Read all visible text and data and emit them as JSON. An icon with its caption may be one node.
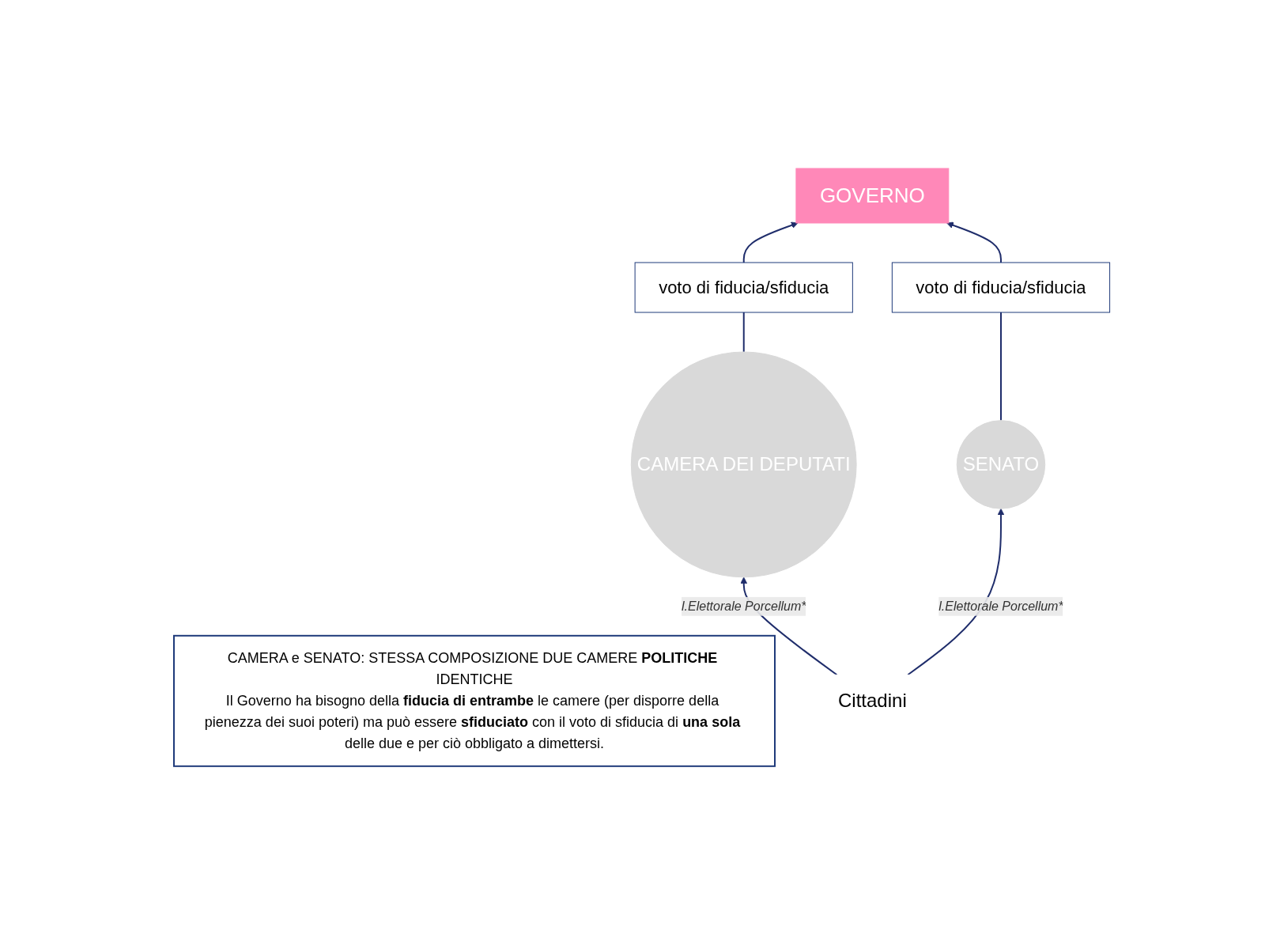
{
  "diagram": {
    "nodes": [
      {
        "text": [
          "GOVERNO"
        ]
      },
      {
        "text": [
          "voto di fiducia/sfiducia"
        ]
      },
      {
        "text": [
          "voto di fiducia/sfiducia"
        ]
      },
      {
        "text": [
          "CAMERA DEI DEPUTATI"
        ]
      },
      {
        "text": [
          "SENATO"
        ]
      },
      {
        "text": [
          "CAMERA e SENATO: STESSA COMPOSIZIONE DUE CAMERE **POLITICHE** IDENTICHE",
          "Il Governo ha bisogno della **fiducia di entrambe** le camere (per disporre della pienezza dei suoi poteri) ma può essere **sfiduciato** con il voto di sfiducia di **una sola** delle due e per ciò obbligato a dimettersi."
        ]
      },
      {
        "text": [
          "Cittadini"
        ]
      }
    ],
    "edges": [
      {
        "from": 3,
        "to": 1,
        "arrow": "none"
      },
      {
        "from": 1,
        "to": 0,
        "arrow": "to"
      },
      {
        "from": 4,
        "to": 2,
        "arrow": "none"
      },
      {
        "from": 2,
        "to": 0,
        "arrow": "to"
      },
      {
        "from": 6,
        "to": 3,
        "arrow": "to",
        "label": "l.Elettorale Porcellum*"
      },
      {
        "from": 6,
        "to": 4,
        "arrow": "to",
        "label": "l.Elettorale Porcellum*"
      }
    ]
  }
}
